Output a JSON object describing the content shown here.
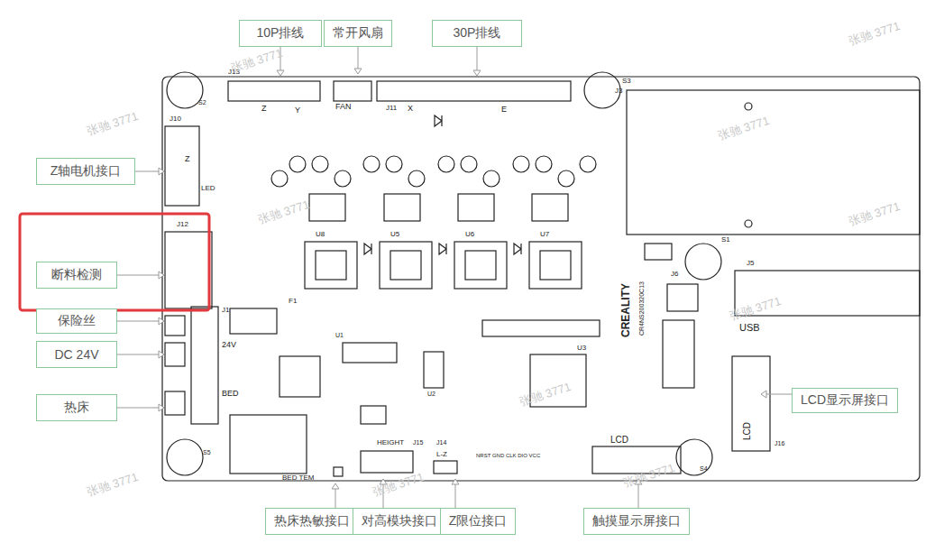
{
  "diagram": {
    "nodes": [
      {
        "text": [
          "10P排线"
        ]
      },
      {
        "text": [
          "常开风扇"
        ]
      },
      {
        "text": [
          "30P排线"
        ]
      },
      {
        "text": [
          "Z轴电机接口"
        ]
      },
      {
        "text": [
          "断料检测"
        ]
      },
      {
        "text": [
          "保险丝"
        ]
      },
      {
        "text": [
          "DC 24V"
        ]
      },
      {
        "text": [
          "热床"
        ]
      },
      {
        "text": [
          "LCD显示屏接口"
        ]
      },
      {
        "text": [
          "热床热敏接口"
        ]
      },
      {
        "text": [
          "对高模块接口"
        ]
      },
      {
        "text": [
          "Z限位接口"
        ]
      },
      {
        "text": [
          "触摸显示屏接口"
        ]
      }
    ],
    "labels": [
      "J13",
      "Z",
      "Y",
      "FAN",
      "J11",
      "X",
      "E",
      "J3",
      "S3",
      "J10",
      "Z",
      "LED",
      "J12",
      "J1",
      "F1",
      "24V",
      "BED",
      "U8",
      "U5",
      "U6",
      "U7",
      "CREALITY",
      "CR4NS200320C13",
      "U3",
      "S1",
      "J5",
      "USB",
      "J6",
      "LCD",
      "LCD",
      "BED TEM",
      "HEIGHT",
      "J15",
      "J14",
      "L-Z",
      "S2",
      "S5",
      "S4",
      "U1",
      "U2",
      "J16",
      "NRST GND CLK DIO VCC",
      "张驰 3771",
      "张驰 3771",
      "张驰 3771",
      "张驰 3771",
      "张驰 3771",
      "张驰 3771",
      "张驰 3771",
      "张驰 3771",
      "张驰 3771",
      "张驰 3771",
      "张驰 3771"
    ]
  }
}
